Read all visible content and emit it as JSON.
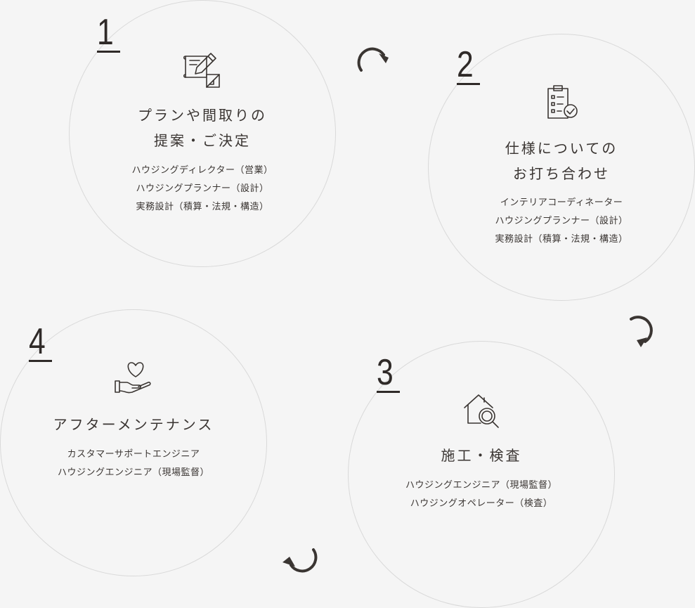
{
  "steps": [
    {
      "number": "1",
      "icon": "blueprint-pencil-icon",
      "title_lines": [
        "プランや間取りの",
        "提案・ご決定"
      ],
      "roles": [
        "ハウジングディレクター（営業）",
        "ハウジングプランナー（設計）",
        "実務設計（積算・法規・構造）"
      ]
    },
    {
      "number": "2",
      "icon": "clipboard-check-icon",
      "title_lines": [
        "仕様についての",
        "お打ち合わせ"
      ],
      "roles": [
        "インテリアコーディネーター",
        "ハウジングプランナー（設計）",
        "実務設計（積算・法規・構造）"
      ]
    },
    {
      "number": "3",
      "icon": "house-inspection-icon",
      "title_lines": [
        "施工・検査"
      ],
      "roles": [
        "ハウジングエンジニア（現場監督）",
        "ハウジングオペレーター（検査）"
      ]
    },
    {
      "number": "4",
      "icon": "hand-heart-icon",
      "title_lines": [
        "アフターメンテナンス"
      ],
      "roles": [
        "カスタマーサポートエンジニア",
        "ハウジングエンジニア（現場監督）"
      ]
    }
  ],
  "arrows": [
    "cycle-arrow-icon",
    "cycle-arrow-icon",
    "cycle-arrow-icon"
  ],
  "colors": {
    "background": "#f5f5f5",
    "circle_border": "#d9d9d9",
    "text": "#3a3532"
  }
}
